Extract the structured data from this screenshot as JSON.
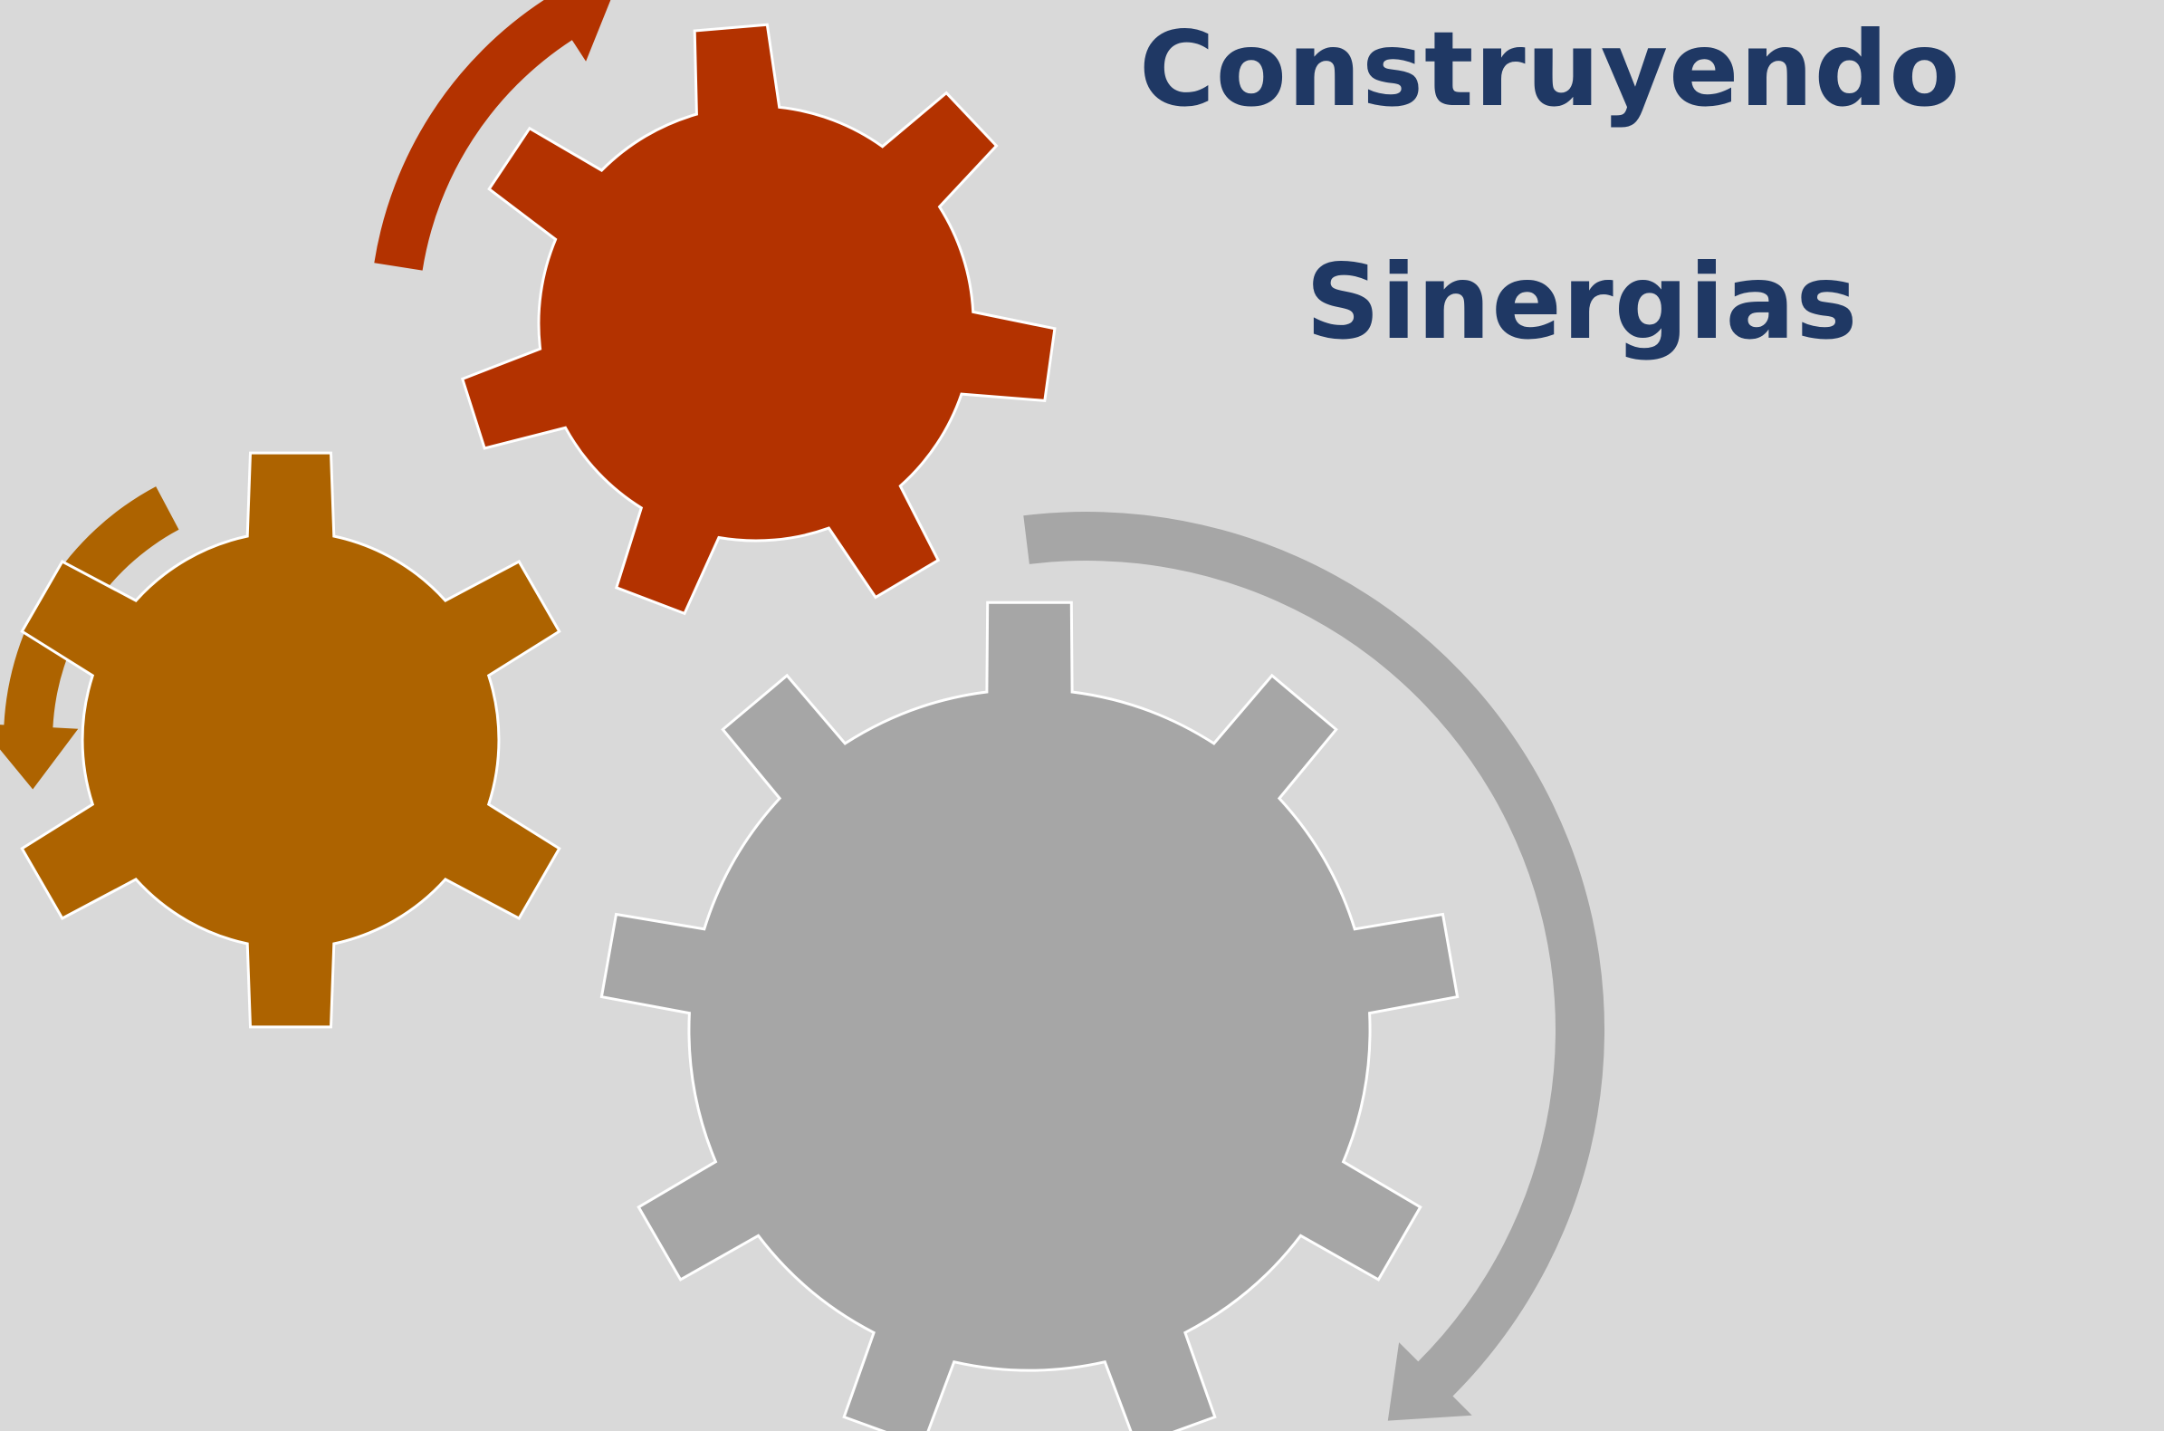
{
  "title": {
    "line1": "Construyendo",
    "line2": "Sinergias",
    "color": "#1f3864"
  },
  "colors": {
    "background": "#d9d9d9",
    "gear_red": "#b33200",
    "gear_orange": "#ad6300",
    "gear_gray": "#a6a6a6",
    "outline": "#ffffff"
  },
  "gears": [
    {
      "name": "red-gear",
      "teeth": 7,
      "color": "#b33200"
    },
    {
      "name": "orange-gear",
      "teeth": 6,
      "color": "#ad6300"
    },
    {
      "name": "gray-gear",
      "teeth": 9,
      "color": "#a6a6a6"
    }
  ],
  "arrows": [
    {
      "name": "red-curved-arrow",
      "color": "#b33200",
      "direction": "clockwise"
    },
    {
      "name": "orange-curved-arrow",
      "color": "#ad6300",
      "direction": "counter-clockwise"
    },
    {
      "name": "gray-curved-arrow",
      "color": "#a6a6a6",
      "direction": "clockwise"
    }
  ]
}
